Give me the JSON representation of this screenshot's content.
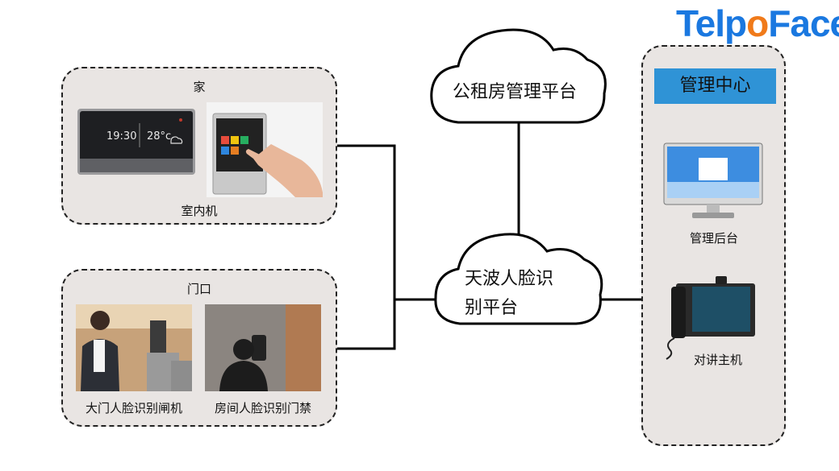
{
  "logo": {
    "part1": "Telp",
    "o": "o",
    "part2": "Face"
  },
  "home": {
    "label": "家",
    "caption": "室内机",
    "clock": "19:30",
    "temp": "28°c"
  },
  "gate": {
    "label": "门口",
    "caption_left": "大门人脸识别闸机",
    "caption_right": "房间人脸识别门禁"
  },
  "cloud_top": {
    "text": "公租房管理平台"
  },
  "cloud_mid": {
    "line1": "天波人脸识",
    "line2": "别平台"
  },
  "management": {
    "title": "管理中心",
    "backend_caption": "管理后台",
    "intercom_caption": "对讲主机"
  },
  "colors": {
    "group_bg": "#e9e5e3",
    "title_bar": "#2f93d6",
    "logo_blue": "#1a78e0",
    "logo_orange": "#f07a1a"
  },
  "icons": [
    "indoor-unit-device",
    "touch-panel-hand",
    "face-gate-photo",
    "face-door-access-photo",
    "monitor-icon",
    "intercom-phone-icon",
    "cloud-icon"
  ]
}
